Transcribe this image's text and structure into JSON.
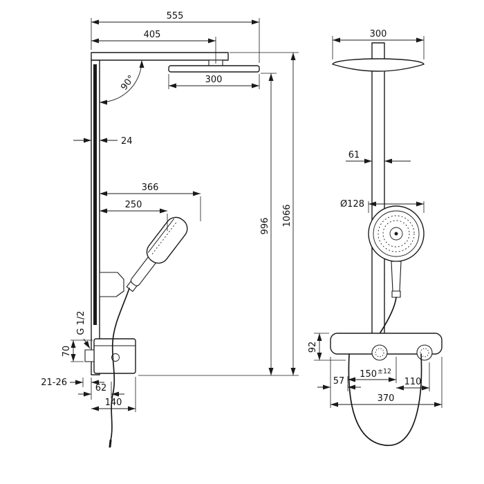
{
  "colors": {
    "ink": "#1a1a1a",
    "background": "#ffffff"
  },
  "side_view": {
    "overall_reach": "555",
    "arm_reach": "405",
    "head_depth": "300",
    "angle": "90°",
    "bar_depth": "24",
    "handshower_reach": "366",
    "holder_reach": "250",
    "connection_thread": "G 1/2",
    "inlet_offset": "70",
    "wall_clearance": "21-26",
    "hose_offset": "62",
    "shelf_depth": "140",
    "height_to_head": "996",
    "overall_height": "1066"
  },
  "front_view": {
    "head_width": "300",
    "column_width": "61",
    "handshower_diameter": "Ø128",
    "shelf_height": "92",
    "hose_offset": "57",
    "handshower_offset": "150",
    "handshower_offset_tolerance": "±12",
    "knob_offset": "110",
    "shelf_width": "370"
  }
}
